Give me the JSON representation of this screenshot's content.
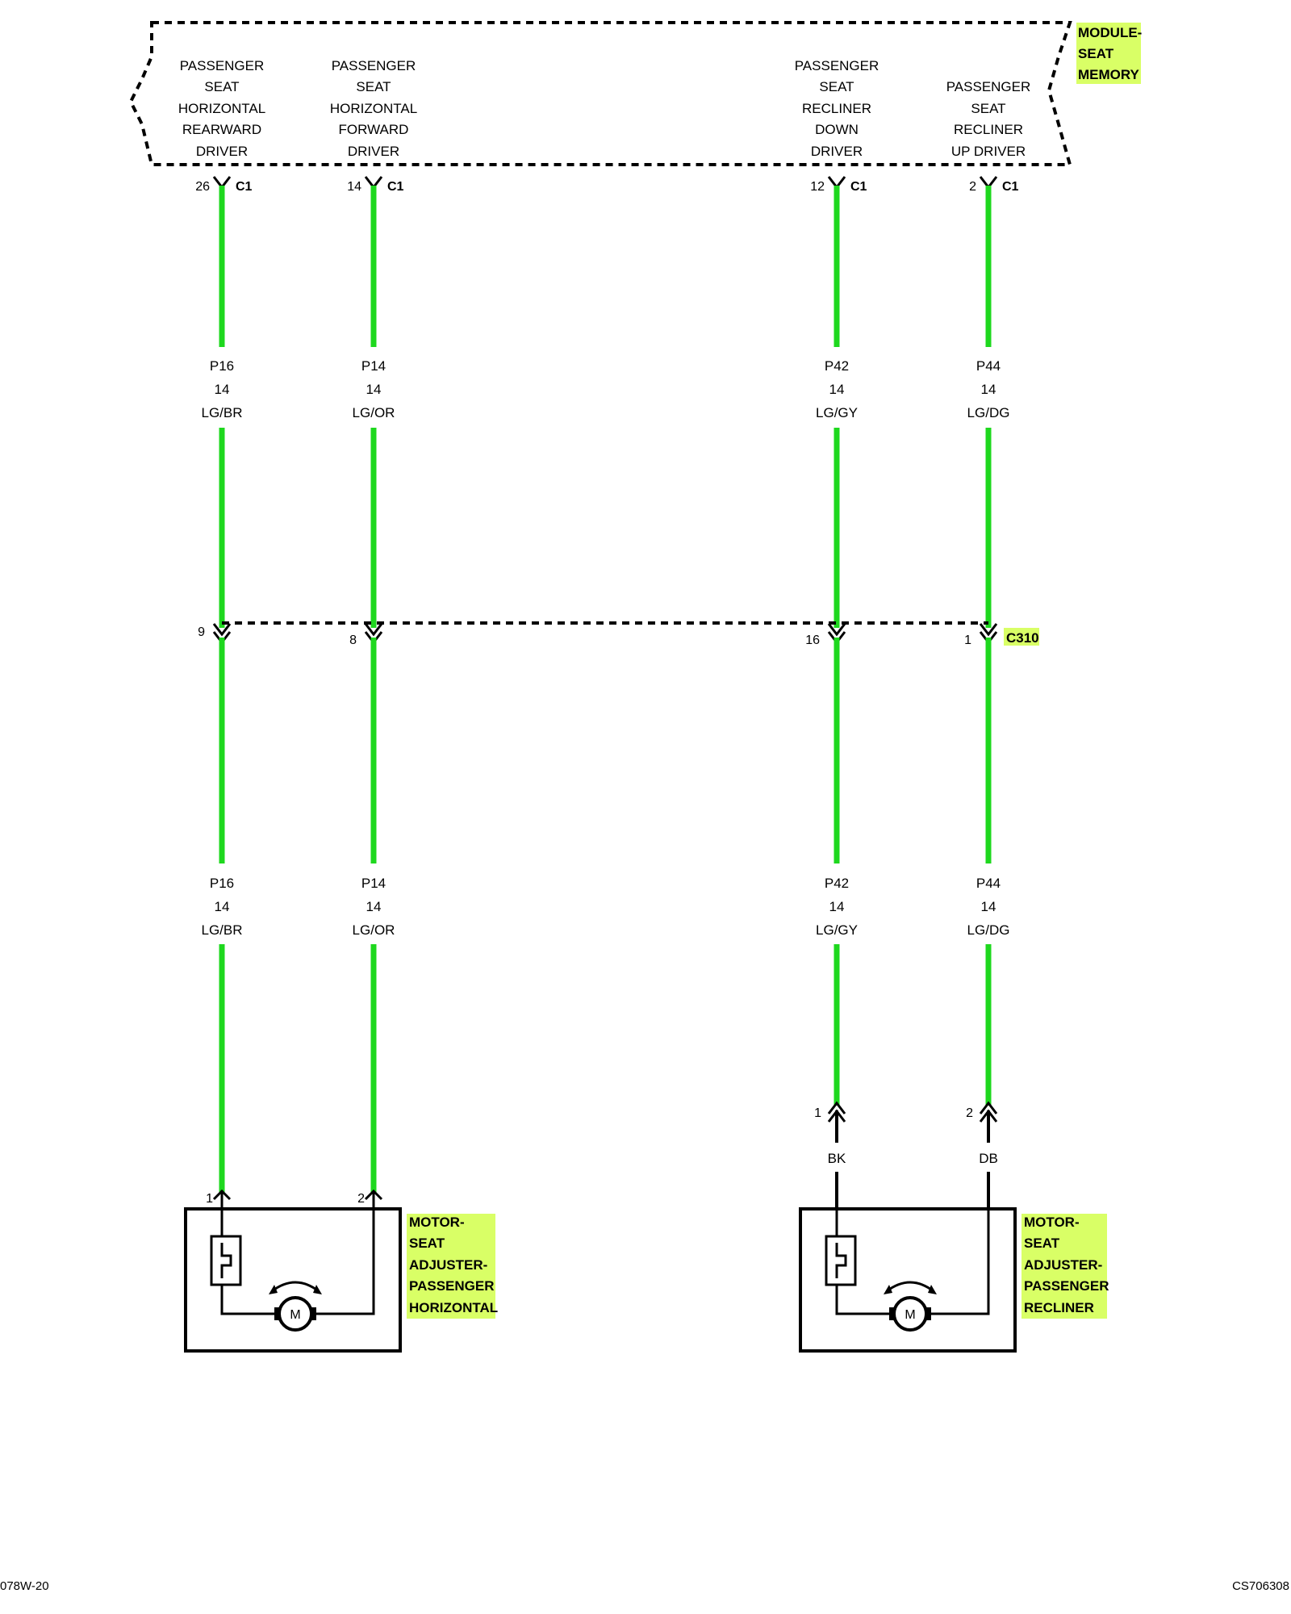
{
  "module": {
    "name_lines": [
      "MODULE-",
      "SEAT",
      "MEMORY"
    ],
    "pins": [
      {
        "lines": [
          "PASSENGER",
          "SEAT",
          "HORIZONTAL",
          "REARWARD",
          "DRIVER"
        ],
        "pin": "26",
        "connector": "C1"
      },
      {
        "lines": [
          "PASSENGER",
          "SEAT",
          "HORIZONTAL",
          "FORWARD",
          "DRIVER"
        ],
        "pin": "14",
        "connector": "C1"
      },
      {
        "lines": [
          "PASSENGER",
          "SEAT",
          "RECLINER",
          "DOWN",
          "DRIVER"
        ],
        "pin": "12",
        "connector": "C1"
      },
      {
        "lines": [
          "PASSENGER",
          "SEAT",
          "RECLINER",
          "UP DRIVER"
        ],
        "pin": "2",
        "connector": "C1"
      }
    ]
  },
  "wires": [
    {
      "circuit": "P16",
      "gauge": "14",
      "color_code": "LG/BR"
    },
    {
      "circuit": "P14",
      "gauge": "14",
      "color_code": "LG/OR"
    },
    {
      "circuit": "P42",
      "gauge": "14",
      "color_code": "LG/GY"
    },
    {
      "circuit": "P44",
      "gauge": "14",
      "color_code": "LG/DG"
    }
  ],
  "inline_connector": {
    "name": "C310",
    "pins": [
      "9",
      "8",
      "16",
      "1"
    ]
  },
  "recliner_pigtail": {
    "pins": [
      "1",
      "2"
    ],
    "colors": [
      "BK",
      "DB"
    ]
  },
  "motors": [
    {
      "name_lines": [
        "MOTOR-",
        "SEAT",
        "ADJUSTER-",
        "PASSENGER",
        "HORIZONTAL"
      ],
      "pins": [
        "1",
        "2"
      ],
      "motor_label": "M"
    },
    {
      "name_lines": [
        "MOTOR-",
        "SEAT",
        "ADJUSTER-",
        "PASSENGER",
        "RECLINER"
      ],
      "motor_label": "M"
    }
  ],
  "footer": {
    "left": "078W-20",
    "right": "CS706308"
  },
  "colors": {
    "wire": "#1ed81e",
    "highlight": "#d9ff66"
  }
}
